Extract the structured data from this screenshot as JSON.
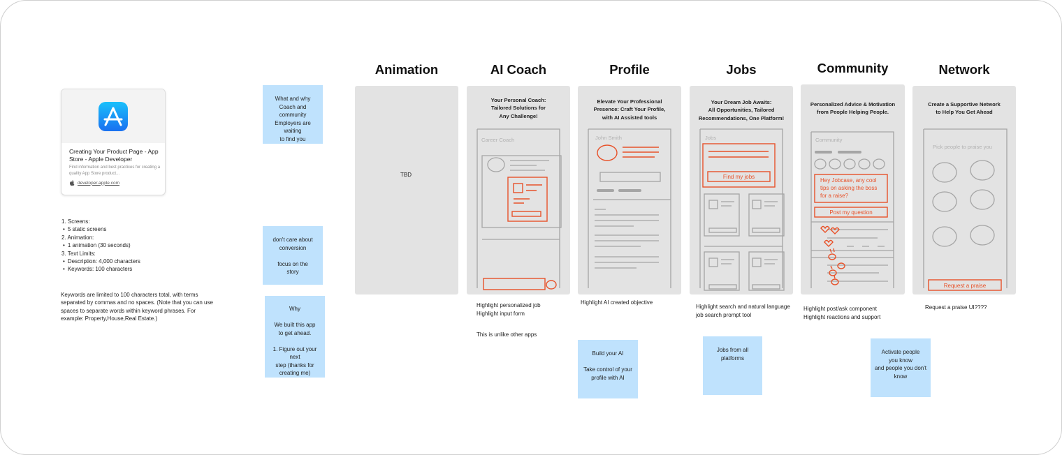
{
  "link_card": {
    "title": "Creating Your Product Page - App Store - Apple Developer",
    "description": "Find information and best practices for creating a quality App Store product...",
    "url": "developer.apple.com",
    "icon": "app-store-icon",
    "link_icon": "apple-icon"
  },
  "requirements": [
    {
      "label": "1. Screens:",
      "subs": [
        "5 static screens"
      ]
    },
    {
      "label": "2. Animation:",
      "subs": [
        "1 animation (30 seconds)"
      ]
    },
    {
      "label": "3. Text Limits:",
      "subs": [
        "Description: 4,000 characters",
        "Keywords: 100 characters"
      ]
    }
  ],
  "keywords_note": "Keywords are limited to 100 characters total, with terms separated by commas and no spaces. (Note that you can use spaces to separate words within keyword phrases. For example: Property,House,Real Estate.)",
  "sticky_notes": {
    "what_why": [
      "What and why",
      "Coach and community",
      "Employers are waiting",
      "to find you"
    ],
    "conversion": [
      "don't care about",
      "conversion",
      "",
      "focus on the",
      "story"
    ],
    "why": [
      "Why",
      "",
      "We built this app",
      "to get ahead.",
      "",
      "1. Figure out your next",
      "step (thanks for",
      "creating me)"
    ],
    "build_ai": [
      "Build your AI",
      "",
      "Take control of your",
      "profile with AI"
    ],
    "jobs_platforms": [
      "Jobs from all platforms"
    ],
    "activate": [
      "Activate people",
      "you know",
      "and people you don't",
      "know"
    ]
  },
  "columns": {
    "animation": {
      "heading": "Animation",
      "body": "TBD"
    },
    "ai_coach": {
      "heading": "AI Coach",
      "title_lines": [
        "Your Personal Coach:",
        "Tailored Solutions for",
        "Any Challenge!"
      ],
      "placeholder": "Career Coach",
      "captions": [
        "Highlight personalized job",
        "Highlight input form"
      ],
      "note": "This is unlike other apps"
    },
    "profile": {
      "heading": "Profile",
      "title_lines": [
        "Elevate Your Professional",
        "Presence: Craft Your Profile,",
        "with AI Assisted tools"
      ],
      "placeholder": "John Smith",
      "captions": [
        "Highlight AI created objective"
      ]
    },
    "jobs": {
      "heading": "Jobs",
      "title_lines": [
        "Your Dream Job Awaits:",
        "All Opportunities, Tailored",
        "Recommendations, One Platform!"
      ],
      "placeholder": "Jobs",
      "button": "Find my jobs",
      "captions": [
        "Highlight search and natural language",
        "job search prompt tool"
      ]
    },
    "community": {
      "heading": "Community",
      "title_lines": [
        "Personalized Advice & Motivation",
        "from People Helping People."
      ],
      "placeholder": "Community",
      "question_lines": [
        "Hey Jobcase, any cool",
        "tips on asking the boss",
        "for a raise?"
      ],
      "button": "Post my question",
      "captions": [
        "Highlight post/ask component",
        "Highlight reactions and support"
      ]
    },
    "network": {
      "heading": "Network",
      "title_lines": [
        "Create a Supportive Network",
        "to Help You Get Ahead"
      ],
      "placeholder": "Pick people to praise you",
      "button": "Request a praise",
      "captions": [
        "Request a praise UI????"
      ]
    }
  },
  "colors": {
    "accent": "#e8522a",
    "sticky": "#bfe2fd",
    "panel": "#e3e3e3",
    "sketch": "#a5a5a5"
  }
}
